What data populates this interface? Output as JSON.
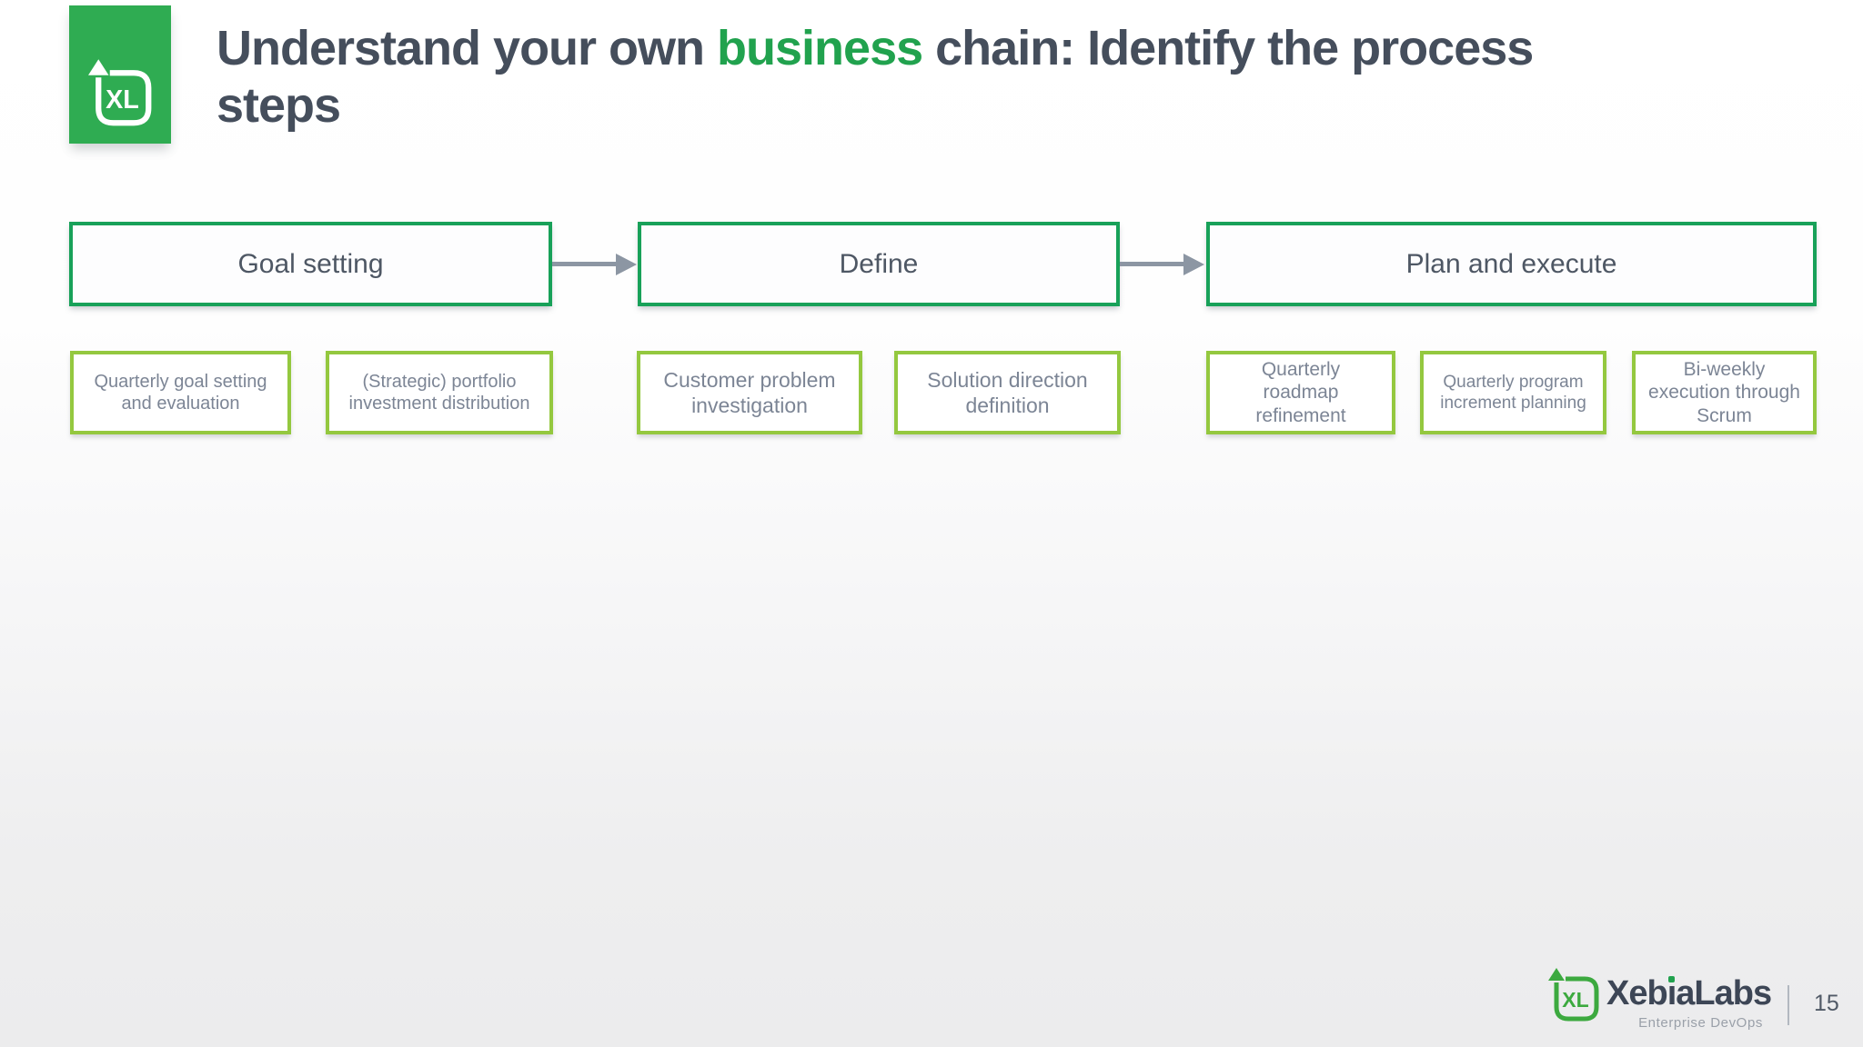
{
  "colors": {
    "accent_green": "#21A24E",
    "logo_green": "#2FAC52",
    "stage_border_green": "#18A159",
    "step_border_green": "#94C83F",
    "title_text": "#454E5C",
    "stage_text": "#4E5764",
    "step_text": "#7C8595",
    "arrow_gray": "#8C96A3",
    "brand_text": "#3D4656",
    "brand_sub_text": "#9AA0A9",
    "page_text": "#515A67",
    "footer_icon_green": "#3CA93F"
  },
  "slide": {
    "brand_letters": "XL",
    "title": {
      "pre": "Understand your own ",
      "accent": "business",
      "post": " chain: Identify the process",
      "line2": "steps"
    },
    "stages": [
      {
        "label": "Goal setting",
        "steps": [
          "Quarterly goal setting and evaluation",
          "(Strategic) portfolio investment distribution"
        ]
      },
      {
        "label": "Define",
        "steps": [
          "Customer problem investigation",
          "Solution direction definition"
        ]
      },
      {
        "label": "Plan and execute",
        "steps": [
          "Quarterly roadmap refinement",
          "Quarterly program increment planning",
          "Bi-weekly execution through Scrum"
        ]
      }
    ],
    "footer": {
      "brand_pre": "Xeb",
      "brand_i_stem": "ı",
      "brand_post": "aLabs",
      "tagline": "Enterprise DevOps",
      "page_number": "15"
    }
  }
}
